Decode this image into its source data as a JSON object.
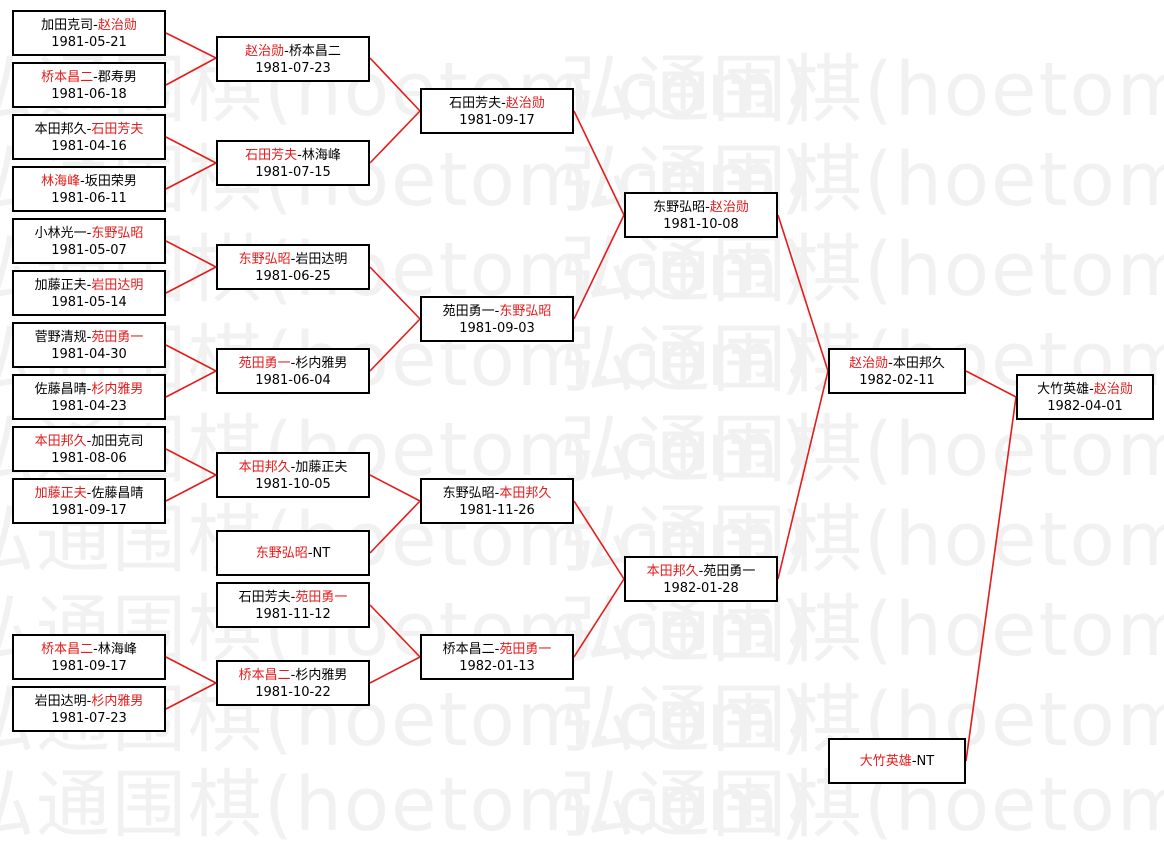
{
  "watermark": "弘通围棋(hoetom.com)",
  "colors": {
    "winner": "#e41b1b",
    "line": "#e41b1b",
    "border": "#000000",
    "watermark": "#f1f1f1"
  },
  "matches": {
    "r1_1": {
      "a": "加田克司",
      "b": "赵治勋",
      "w": "b",
      "date": "1981-05-21"
    },
    "r1_2": {
      "a": "桥本昌二",
      "b": "郡寿男",
      "w": "a",
      "date": "1981-06-18"
    },
    "r1_3": {
      "a": "本田邦久",
      "b": "石田芳夫",
      "w": "b",
      "date": "1981-04-16"
    },
    "r1_4": {
      "a": "林海峰",
      "b": "坂田荣男",
      "w": "a",
      "date": "1981-06-11"
    },
    "r1_5": {
      "a": "小林光一",
      "b": "东野弘昭",
      "w": "b",
      "date": "1981-05-07"
    },
    "r1_6": {
      "a": "加藤正夫",
      "b": "岩田达明",
      "w": "b",
      "date": "1981-05-14"
    },
    "r1_7": {
      "a": "菅野清规",
      "b": "苑田勇一",
      "w": "b",
      "date": "1981-04-30"
    },
    "r1_8": {
      "a": "佐藤昌晴",
      "b": "杉内雅男",
      "w": "b",
      "date": "1981-04-23"
    },
    "r1_9": {
      "a": "本田邦久",
      "b": "加田克司",
      "w": "a",
      "date": "1981-08-06"
    },
    "r1_10": {
      "a": "加藤正夫",
      "b": "佐藤昌晴",
      "w": "a",
      "date": "1981-09-17"
    },
    "r1_11": {
      "a": "桥本昌二",
      "b": "林海峰",
      "w": "a",
      "date": "1981-09-17"
    },
    "r1_12": {
      "a": "岩田达明",
      "b": "杉内雅男",
      "w": "b",
      "date": "1981-07-23"
    },
    "r2_1": {
      "a": "赵治勋",
      "b": "桥本昌二",
      "w": "a",
      "date": "1981-07-23"
    },
    "r2_2": {
      "a": "石田芳夫",
      "b": "林海峰",
      "w": "a",
      "date": "1981-07-15"
    },
    "r2_3": {
      "a": "东野弘昭",
      "b": "岩田达明",
      "w": "a",
      "date": "1981-06-25"
    },
    "r2_4": {
      "a": "苑田勇一",
      "b": "杉内雅男",
      "w": "a",
      "date": "1981-06-04"
    },
    "r2_5": {
      "a": "本田邦久",
      "b": "加藤正夫",
      "w": "a",
      "date": "1981-10-05"
    },
    "r2_6": {
      "a": "东野弘昭",
      "b": "NT",
      "w": "a",
      "date": ""
    },
    "r2_7": {
      "a": "石田芳夫",
      "b": "苑田勇一",
      "w": "b",
      "date": "1981-11-12"
    },
    "r2_8": {
      "a": "桥本昌二",
      "b": "杉内雅男",
      "w": "a",
      "date": "1981-10-22"
    },
    "r3_1": {
      "a": "石田芳夫",
      "b": "赵治勋",
      "w": "b",
      "date": "1981-09-17"
    },
    "r3_2": {
      "a": "苑田勇一",
      "b": "东野弘昭",
      "w": "b",
      "date": "1981-09-03"
    },
    "r3_3": {
      "a": "东野弘昭",
      "b": "本田邦久",
      "w": "b",
      "date": "1981-11-26"
    },
    "r3_4": {
      "a": "桥本昌二",
      "b": "苑田勇一",
      "w": "b",
      "date": "1982-01-13"
    },
    "r4_1": {
      "a": "东野弘昭",
      "b": "赵治勋",
      "w": "b",
      "date": "1981-10-08"
    },
    "r4_2": {
      "a": "本田邦久",
      "b": "苑田勇一",
      "w": "a",
      "date": "1982-01-28"
    },
    "r5_1": {
      "a": "赵治勋",
      "b": "本田邦久",
      "w": "a",
      "date": "1982-02-11"
    },
    "r5_2": {
      "a": "大竹英雄",
      "b": "NT",
      "w": "a",
      "date": ""
    },
    "final": {
      "a": "大竹英雄",
      "b": "赵治勋",
      "w": "b",
      "date": "1982-04-01"
    }
  }
}
